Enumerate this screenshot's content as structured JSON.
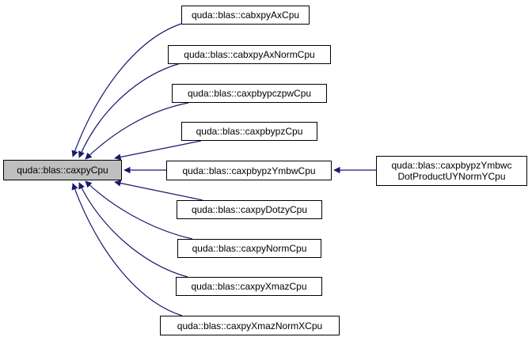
{
  "diagram": {
    "type": "call-graph",
    "colors": {
      "edge": "#191970",
      "root_fill": "#bfbfbf",
      "node_border": "#000000"
    },
    "root": {
      "id": "root",
      "label": "quda::blas::caxpyCpu"
    },
    "callers": [
      {
        "id": "n1",
        "label": "quda::blas::cabxpyAxCpu"
      },
      {
        "id": "n2",
        "label": "quda::blas::cabxpyAxNormCpu"
      },
      {
        "id": "n3",
        "label": "quda::blas::caxpbypczpwCpu"
      },
      {
        "id": "n4",
        "label": "quda::blas::caxpbypzCpu"
      },
      {
        "id": "n5",
        "label": "quda::blas::caxpbypzYmbwCpu"
      },
      {
        "id": "n6",
        "label": "quda::blas::caxpyDotzyCpu"
      },
      {
        "id": "n7",
        "label": "quda::blas::caxpyNormCpu"
      },
      {
        "id": "n8",
        "label": "quda::blas::caxpyXmazCpu"
      },
      {
        "id": "n9",
        "label": "quda::blas::caxpyXmazNormXCpu"
      }
    ],
    "second_level": [
      {
        "id": "n10",
        "label_line1": "quda::blas::caxpbypzYmbwc",
        "label_line2": "DotProductUYNormYCpu",
        "calls": "n5"
      }
    ],
    "edges": [
      {
        "from": "n1",
        "to": "root"
      },
      {
        "from": "n2",
        "to": "root"
      },
      {
        "from": "n3",
        "to": "root"
      },
      {
        "from": "n4",
        "to": "root"
      },
      {
        "from": "n5",
        "to": "root"
      },
      {
        "from": "n6",
        "to": "root"
      },
      {
        "from": "n7",
        "to": "root"
      },
      {
        "from": "n8",
        "to": "root"
      },
      {
        "from": "n9",
        "to": "root"
      },
      {
        "from": "n10",
        "to": "n5"
      }
    ]
  }
}
